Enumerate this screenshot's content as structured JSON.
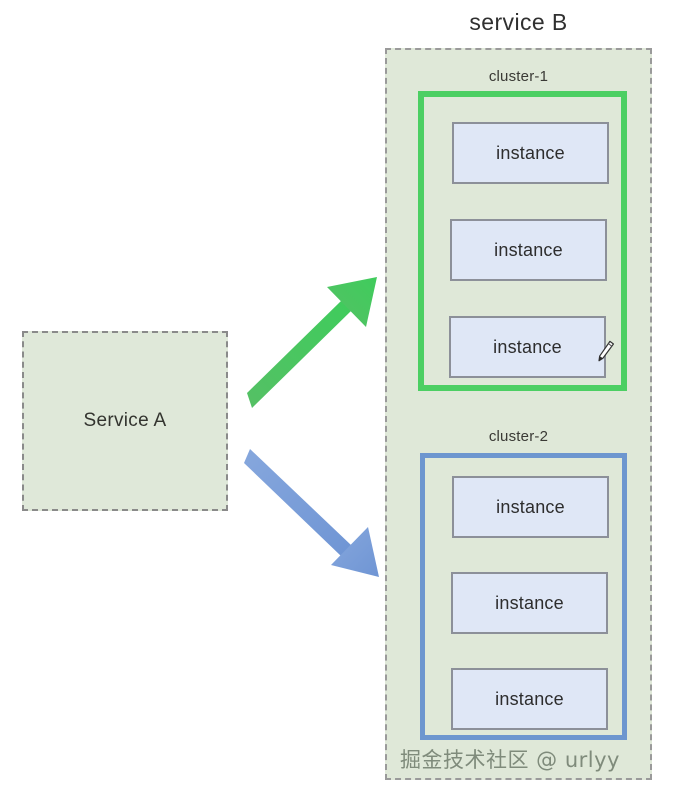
{
  "diagram": {
    "title": "service B",
    "watermark": "掘金技术社区 @ urlyy",
    "colors": {
      "background": "#ffffff",
      "container_fill": "#dfe8d8",
      "container_border": "#9a9a9a",
      "cluster1_border": "#4ccf63",
      "cluster2_border": "#6d96cf",
      "instance_fill": "#dfe7f6",
      "instance_border": "#8c9099",
      "arrow_green": "#4cbd5e",
      "arrow_blue": "#7b9fd8"
    }
  },
  "service_a": {
    "label": "Service A"
  },
  "service_b": {
    "label": "service B",
    "clusters": [
      {
        "label": "cluster-1",
        "accent": "#4ccf63",
        "instances": [
          {
            "label": "instance"
          },
          {
            "label": "instance"
          },
          {
            "label": "instance"
          }
        ]
      },
      {
        "label": "cluster-2",
        "accent": "#6d96cf",
        "instances": [
          {
            "label": "instance"
          },
          {
            "label": "instance"
          },
          {
            "label": "instance"
          }
        ]
      }
    ]
  },
  "arrows": [
    {
      "name": "arrow-to-cluster-1",
      "color": "#4cbd5e",
      "direction": "up-right"
    },
    {
      "name": "arrow-to-cluster-2",
      "color": "#7b9fd8",
      "direction": "down-right"
    }
  ],
  "cursor": {
    "icon": "pencil-icon"
  }
}
